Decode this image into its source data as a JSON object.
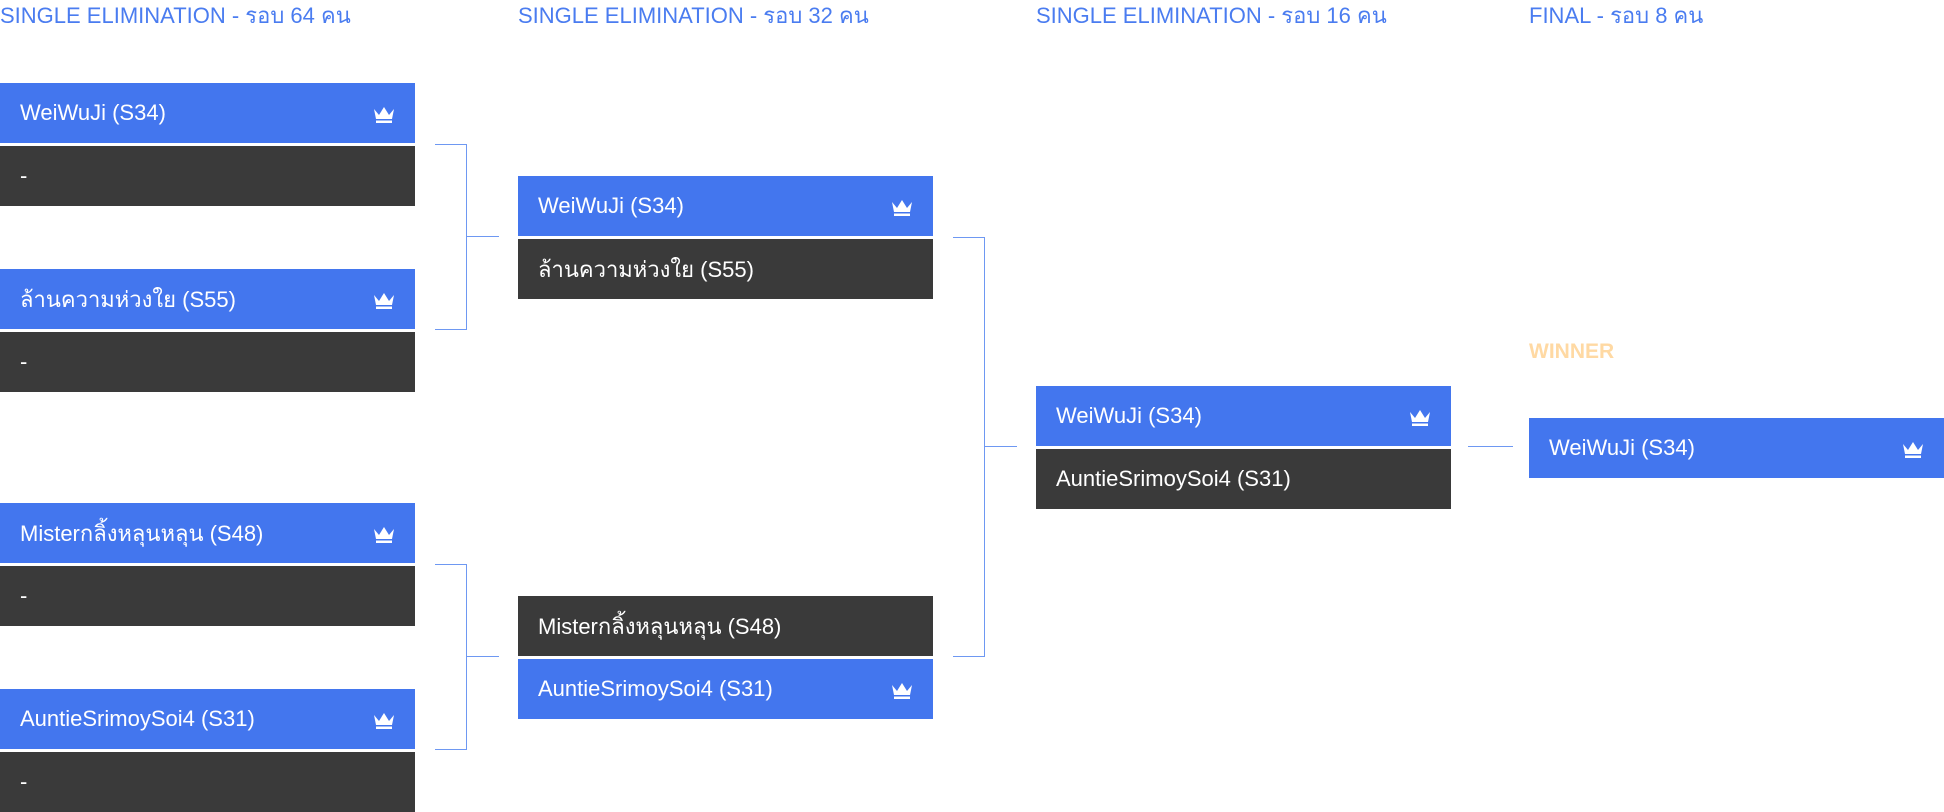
{
  "rounds": [
    {
      "title": "SINGLE ELIMINATION - รอบ 64 คน"
    },
    {
      "title": "SINGLE ELIMINATION - รอบ 32 คน"
    },
    {
      "title": "SINGLE ELIMINATION - รอบ 16 คน"
    },
    {
      "title": "FINAL - รอบ 8 คน"
    }
  ],
  "round64": {
    "matches": [
      {
        "top": {
          "name": "WeiWuJi (S34)",
          "winner": true
        },
        "bottom": {
          "name": "-",
          "winner": false
        }
      },
      {
        "top": {
          "name": "ล้านความห่วงใย (S55)",
          "winner": true
        },
        "bottom": {
          "name": "-",
          "winner": false
        }
      },
      {
        "top": {
          "name": "Misterกลิ้งหลุนหลุน (S48)",
          "winner": true
        },
        "bottom": {
          "name": "-",
          "winner": false
        }
      },
      {
        "top": {
          "name": "AuntieSrimoySoi4 (S31)",
          "winner": true
        },
        "bottom": {
          "name": "-",
          "winner": false
        }
      }
    ]
  },
  "round32": {
    "matches": [
      {
        "top": {
          "name": "WeiWuJi (S34)",
          "winner": true
        },
        "bottom": {
          "name": "ล้านความห่วงใย (S55)",
          "winner": false
        }
      },
      {
        "top": {
          "name": "Misterกลิ้งหลุนหลุน (S48)",
          "winner": false
        },
        "bottom": {
          "name": "AuntieSrimoySoi4 (S31)",
          "winner": true
        }
      }
    ]
  },
  "round16": {
    "matches": [
      {
        "top": {
          "name": "WeiWuJi (S34)",
          "winner": true
        },
        "bottom": {
          "name": "AuntieSrimoySoi4 (S31)",
          "winner": false
        }
      }
    ]
  },
  "final": {
    "winner_label": "WINNER",
    "winner": {
      "name": "WeiWuJi (S34)"
    }
  },
  "icons": {
    "winner_mark": "crown-icon"
  },
  "colors": {
    "win": "#4376ee",
    "lose": "#3a3a3a",
    "line": "#6e98f2",
    "title": "#4a7cf0",
    "winner_label": "#ffd9a3"
  }
}
